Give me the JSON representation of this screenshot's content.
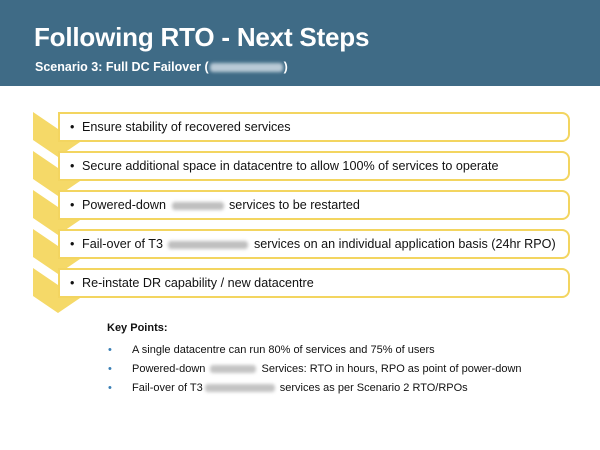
{
  "header": {
    "title": "Following RTO - Next Steps",
    "subtitle_before": "Scenario 3: Full DC Failover (",
    "subtitle_after": ")"
  },
  "steps": [
    {
      "bullet": "•",
      "text": "Ensure stability of recovered services"
    },
    {
      "bullet": "•",
      "text": "Secure additional space in datacentre to allow 100% of services to operate"
    },
    {
      "bullet": "•",
      "before": "Powered-down ",
      "after": " services to be restarted"
    },
    {
      "bullet": "•",
      "before": "Fail-over of T3 ",
      "after": " services on an individual application basis (24hr RPO)"
    },
    {
      "bullet": "•",
      "text": "Re-instate DR capability / new datacentre"
    }
  ],
  "key_points": {
    "title": "Key Points:",
    "bullet": "•",
    "items": [
      {
        "text": "A single datacentre can run 80% of services and 75% of users"
      },
      {
        "before": "Powered-down ",
        "after": " Services: RTO in hours, RPO as point of power-down"
      },
      {
        "before": "Fail-over of T3",
        "after": " services as per Scenario 2 RTO/RPOs"
      }
    ]
  },
  "colors": {
    "header_bg": "#3f6b86",
    "chevron_fill": "#f5d968",
    "box_border": "#f3d560",
    "key_bullet": "#3a7fb5"
  }
}
